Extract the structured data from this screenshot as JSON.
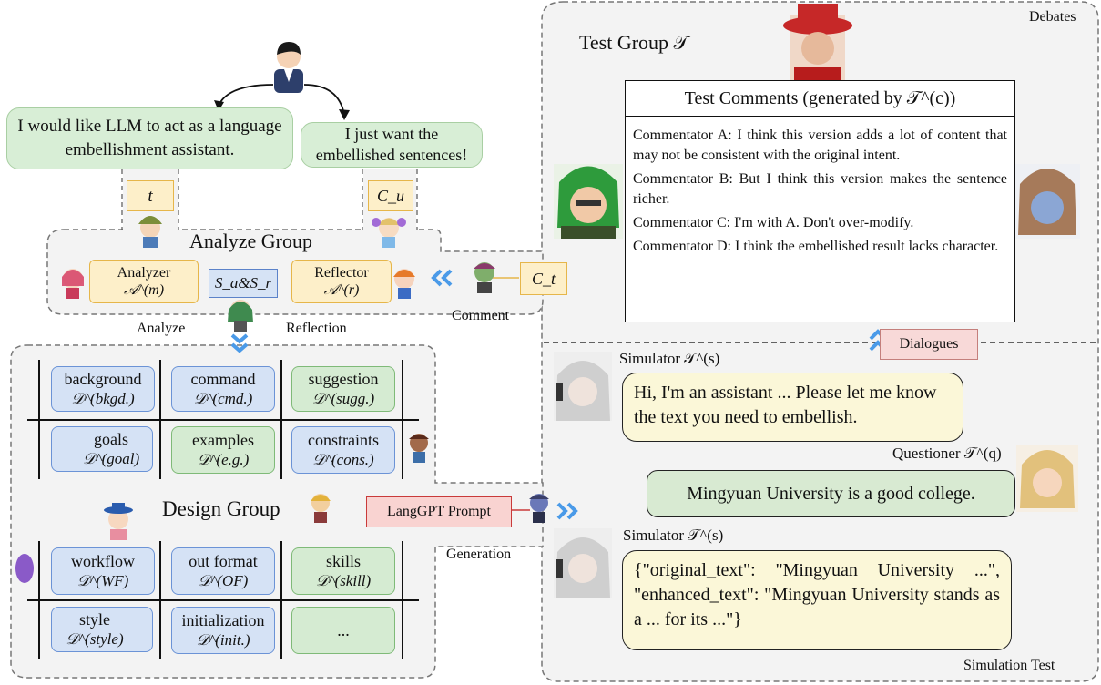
{
  "top": {
    "bubble_left": "I would like LLM to act as a language embellishment assistant.",
    "bubble_right": "I just want the embellished sentences!",
    "t_symbol": "t",
    "cu_symbol": "C_u"
  },
  "analyze": {
    "title": "Analyze Group",
    "analyzer_label": "Analyzer",
    "analyzer_symbol": "𝒜^(m)",
    "reflector_label": "Reflector",
    "reflector_symbol": "𝒜^(r)",
    "sa_sr": "S_a&S_r",
    "ct_symbol": "C_t",
    "label_analyze": "Analyze",
    "label_reflection": "Reflection",
    "label_comment": "Comment"
  },
  "design": {
    "title": "Design Group",
    "modules_top": [
      {
        "name": "background",
        "sym": "𝒟^(bkgd.)",
        "color": "blue"
      },
      {
        "name": "command",
        "sym": "𝒟^(cmd.)",
        "color": "blue"
      },
      {
        "name": "suggestion",
        "sym": "𝒟^(sugg.)",
        "color": "green"
      },
      {
        "name": "goals",
        "sym": "𝒟^(goal)",
        "color": "blue"
      },
      {
        "name": "examples",
        "sym": "𝒟^(e.g.)",
        "color": "green"
      },
      {
        "name": "constraints",
        "sym": "𝒟^(cons.)",
        "color": "blue"
      }
    ],
    "modules_bottom": [
      {
        "name": "workflow",
        "sym": "𝒟^(WF)",
        "color": "blue"
      },
      {
        "name": "out format",
        "sym": "𝒟^(OF)",
        "color": "blue"
      },
      {
        "name": "skills",
        "sym": "𝒟^(skill)",
        "color": "green"
      },
      {
        "name": "style",
        "sym": "𝒟^(style)",
        "color": "blue"
      },
      {
        "name": "initialization",
        "sym": "𝒟^(init.)",
        "color": "blue"
      },
      {
        "name": "...",
        "sym": "",
        "color": "green"
      }
    ],
    "langgpt_label": "LangGPT Prompt",
    "label_generation": "Generation"
  },
  "test": {
    "debates_label": "Debates",
    "group_title": "Test Group 𝒯",
    "comments_title": "Test Comments (generated by 𝒯^(c))",
    "comments": [
      "Commentator A: I think this version adds a lot of content that may not be consistent with the original intent.",
      "Commentator B: But I think this version makes the sentence richer.",
      "Commentator C: I'm with A. Don't over-modify.",
      "Commentator D: I think the embellished result lacks character."
    ],
    "dialogues_label": "Dialogues",
    "simulator_label_1": "Simulator 𝒯^(s)",
    "chat_1": "Hi, I'm an assistant ... Please let me know the text you need to embellish.",
    "questioner_label": "Questioner 𝒯^(q)",
    "chat_q": "Mingyuan University is a good college.",
    "simulator_label_2": "Simulator 𝒯^(s)",
    "chat_2": "{\"original_text\": \"Mingyuan University ...\", \"enhanced_text\": \"Mingyuan University stands as a ... for its ...\"}",
    "simulation_label": "Simulation Test"
  },
  "colors": {
    "green_bubble": "#d8eed6",
    "yellow_box": "#fdefc9",
    "blue_module": "#d5e2f5",
    "green_module": "#d5ebd2",
    "chat_yellow": "#fbf7d8",
    "pink": "#f8d9d8",
    "arrow_blue": "#4a9ae8"
  }
}
